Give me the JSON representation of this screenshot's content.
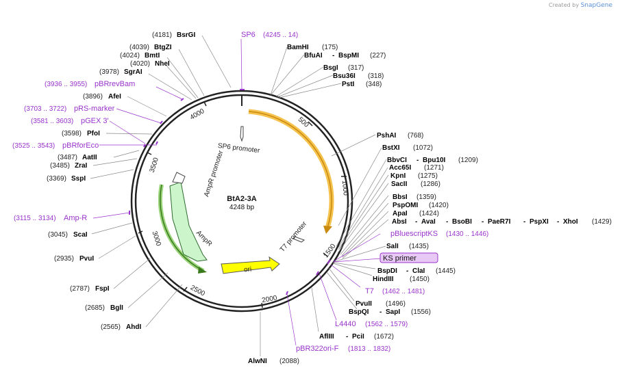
{
  "credit": {
    "prefix": "Created by",
    "brand": "SnapGene"
  },
  "map": {
    "name": "BtA2-3A",
    "length_label": "4248 bp",
    "ticks": [
      "500",
      "1000",
      "1500",
      "2000",
      "2500",
      "3000",
      "3500",
      "4000"
    ]
  },
  "features": [
    {
      "name": "SP6 promoter",
      "color": "#ffffff"
    },
    {
      "name": "AmpR promoter",
      "color": "#ffffff"
    },
    {
      "name": "AmpR",
      "color": "#ccf5cc"
    },
    {
      "name": "ori",
      "color": "#ffff00"
    },
    {
      "name": "T7 promoter",
      "color": "#ffffff"
    },
    {
      "name": "",
      "color": "#f5c24d"
    }
  ],
  "sites": [
    {
      "name": "BsrGI",
      "pos": "(4181)"
    },
    {
      "name": "BtgZI",
      "pos": "(4039)"
    },
    {
      "name": "BmtI",
      "pos": "(4024)"
    },
    {
      "name": "NheI",
      "pos": "(4020)"
    },
    {
      "name": "SgrAI",
      "pos": "(3978)"
    },
    {
      "name": "AfeI",
      "pos": "(3896)"
    },
    {
      "name": "PfoI",
      "pos": "(3598)"
    },
    {
      "name": "AatII",
      "pos": "(3487)"
    },
    {
      "name": "ZraI",
      "pos": "(3485)"
    },
    {
      "name": "SspI",
      "pos": "(3369)"
    },
    {
      "name": "ScaI",
      "pos": "(3045)"
    },
    {
      "name": "PvuI",
      "pos": "(2935)"
    },
    {
      "name": "FspI",
      "pos": "(2787)"
    },
    {
      "name": "BglI",
      "pos": "(2685)"
    },
    {
      "name": "AhdI",
      "pos": "(2565)"
    },
    {
      "name": "AlwNI",
      "pos": "(2088)"
    },
    {
      "name": "AflIII",
      "name2": "PciI",
      "pos": "(1672)"
    },
    {
      "name": "BspQI",
      "name2": "SapI",
      "pos": "(1556)"
    },
    {
      "name": "PvuII",
      "pos": "(1496)"
    },
    {
      "name": "HindIII",
      "pos": "(1450)"
    },
    {
      "name": "BspDI",
      "name2": "ClaI",
      "pos": "(1445)"
    },
    {
      "name": "SalI",
      "pos": "(1435)"
    },
    {
      "name": "AbsI",
      "extra": [
        "AvaI",
        "BsoBI",
        "PaeR7I",
        "PspXI",
        "XhoI"
      ],
      "pos": "(1429)"
    },
    {
      "name": "ApaI",
      "pos": "(1424)"
    },
    {
      "name": "PspOMI",
      "pos": "(1420)"
    },
    {
      "name": "BbsI",
      "pos": "(1359)"
    },
    {
      "name": "SacII",
      "pos": "(1286)"
    },
    {
      "name": "KpnI",
      "pos": "(1275)"
    },
    {
      "name": "Acc65I",
      "pos": "(1271)"
    },
    {
      "name": "BbvCI",
      "name2": "Bpu10I",
      "pos": "(1209)"
    },
    {
      "name": "BstXI",
      "pos": "(1072)"
    },
    {
      "name": "PshAI",
      "pos": "(768)"
    },
    {
      "name": "PstI",
      "pos": "(348)"
    },
    {
      "name": "Bsu36I",
      "pos": "(318)"
    },
    {
      "name": "BsgI",
      "pos": "(317)"
    },
    {
      "name": "BfuAI",
      "name2": "BspMI",
      "pos": "(227)"
    },
    {
      "name": "BamHI",
      "pos": "(175)"
    }
  ],
  "primers": [
    {
      "name": "SP6",
      "range": "(4245 .. 14)"
    },
    {
      "name": "pBRrevBam",
      "range": "(3936 .. 3955)"
    },
    {
      "name": "pRS-marker",
      "range": "(3703 .. 3722)"
    },
    {
      "name": "pGEX 3'",
      "range": "(3581 .. 3603)"
    },
    {
      "name": "pBRforEco",
      "range": "(3525 .. 3543)"
    },
    {
      "name": "Amp-R",
      "range": "(3115 .. 3134)"
    },
    {
      "name": "pBluescriptKS",
      "range": "(1430 .. 1446)"
    },
    {
      "name": "KS primer",
      "range": "",
      "highlight": true
    },
    {
      "name": "T7",
      "range": "(1462 .. 1481)"
    },
    {
      "name": "L4440",
      "range": "(1562 .. 1579)"
    },
    {
      "name": "pBR322ori-F",
      "range": "(1813 .. 1832)"
    }
  ],
  "colors": {
    "primer": "#9933cc",
    "enzyme": "#000000",
    "number": "#222222",
    "line": "#888888"
  }
}
